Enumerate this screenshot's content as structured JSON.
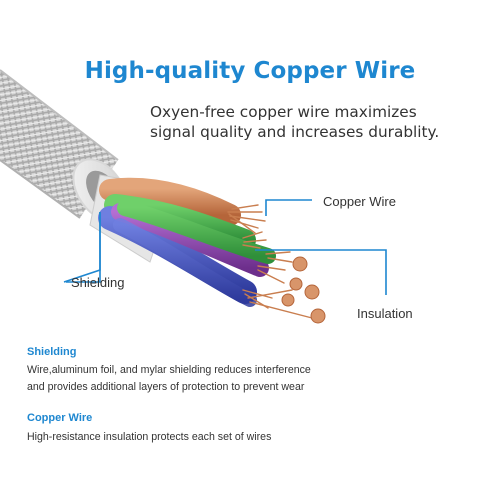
{
  "headline": "High-quality Copper Wire",
  "subtext": {
    "line1": "Oxyen-free copper wire maximizes",
    "line2": "signal quality and increases durablity."
  },
  "callouts": {
    "copper_wire": "Copper Wire",
    "shielding": "Shielding",
    "insulation": "Insulation"
  },
  "sections": [
    {
      "title": "Shielding",
      "line1": "Wire,aluminum foil, and mylar shielding reduces interference",
      "line2": "and provides additional layers of protection to prevent wear"
    },
    {
      "title": "Copper Wire",
      "line1": "High-resistance insulation protects each set of wires"
    }
  ],
  "colors": {
    "accent": "#1e87d0",
    "body_text": "#333333",
    "braid": "#c9c9c9",
    "copper": "#c97e4f",
    "green_core": "#4caf50",
    "blue_core": "#3f51b5",
    "purple_core": "#8e44ad"
  }
}
